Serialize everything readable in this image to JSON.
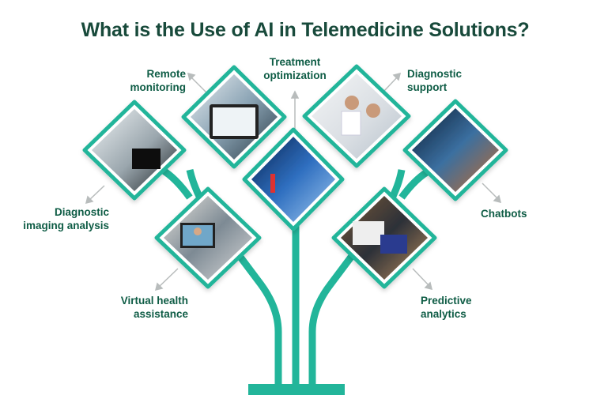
{
  "title": "What is the Use of AI in Telemedicine Solutions?",
  "colors": {
    "accent": "#22b59a",
    "text": "#0e5c45",
    "title": "#184a3b",
    "arrow": "#b8bcbc"
  },
  "items": [
    {
      "line1": "Remote",
      "line2": "monitoring",
      "image": "tablet-dashboard-photo"
    },
    {
      "line1": "Treatment",
      "line2": "optimization",
      "image": "lab-scientist-photo"
    },
    {
      "line1": "Diagnostic",
      "line2": "support",
      "image": "doctors-laptop-photo"
    },
    {
      "line1": "Diagnostic",
      "line2": "imaging analysis",
      "image": "radiology-scan-photo"
    },
    {
      "line1": "Chatbots",
      "line2": "",
      "image": "ai-head-photo"
    },
    {
      "line1": "Virtual health",
      "line2": "assistance",
      "image": "video-call-photo"
    },
    {
      "line1": "Predictive",
      "line2": "analytics",
      "image": "charts-laptop-photo"
    }
  ]
}
